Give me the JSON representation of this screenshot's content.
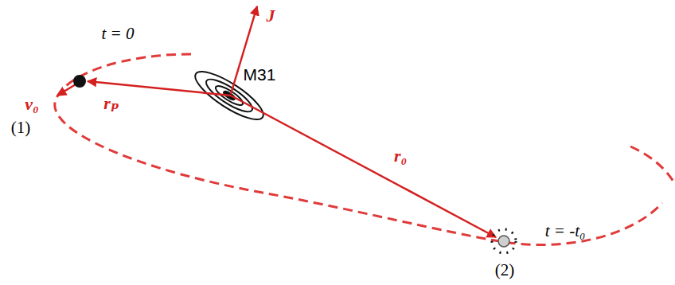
{
  "diagram": {
    "labels": [
      "t = 0",
      "v₀",
      "(1)",
      "rₚ",
      "M31",
      "J",
      "r₀",
      "t = -t₀",
      "(2)"
    ]
  }
}
